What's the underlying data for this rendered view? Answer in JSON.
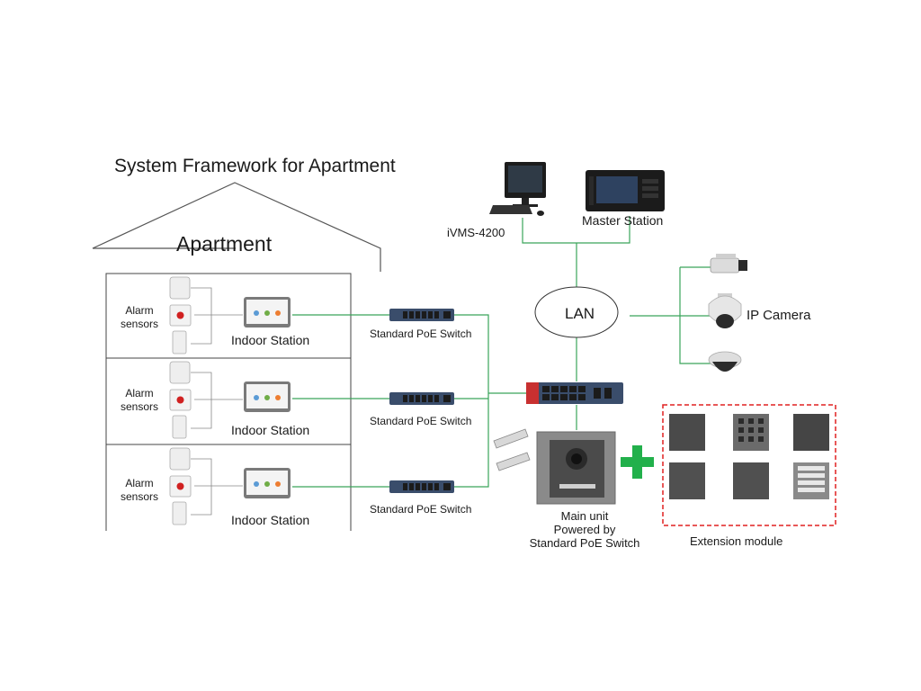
{
  "title": "System Framework for Apartment",
  "apartment_label": "Apartment",
  "floors": [
    {
      "alarm_label": "Alarm\nsensors",
      "station_label": "Indoor Station",
      "switch_label": "Standard PoE Switch"
    },
    {
      "alarm_label": "Alarm\nsensors",
      "station_label": "Indoor Station",
      "switch_label": "Standard PoE Switch"
    },
    {
      "alarm_label": "Alarm\nsensors",
      "station_label": "Indoor Station",
      "switch_label": "Standard PoE Switch"
    }
  ],
  "lan_label": "LAN",
  "ip_camera_label": "IP Camera",
  "master_station_label": "Master Station",
  "ivms_label": "iVMS-4200",
  "main_unit": {
    "line1": "Main unit",
    "line2": "Powered by",
    "line3": "Standard PoE Switch"
  },
  "extension_label": "Extension module",
  "colors": {
    "link": "#3aa55a",
    "box_border": "#444444",
    "ext_border": "#e02020",
    "plus": "#22b04b",
    "house_line": "#555555"
  }
}
